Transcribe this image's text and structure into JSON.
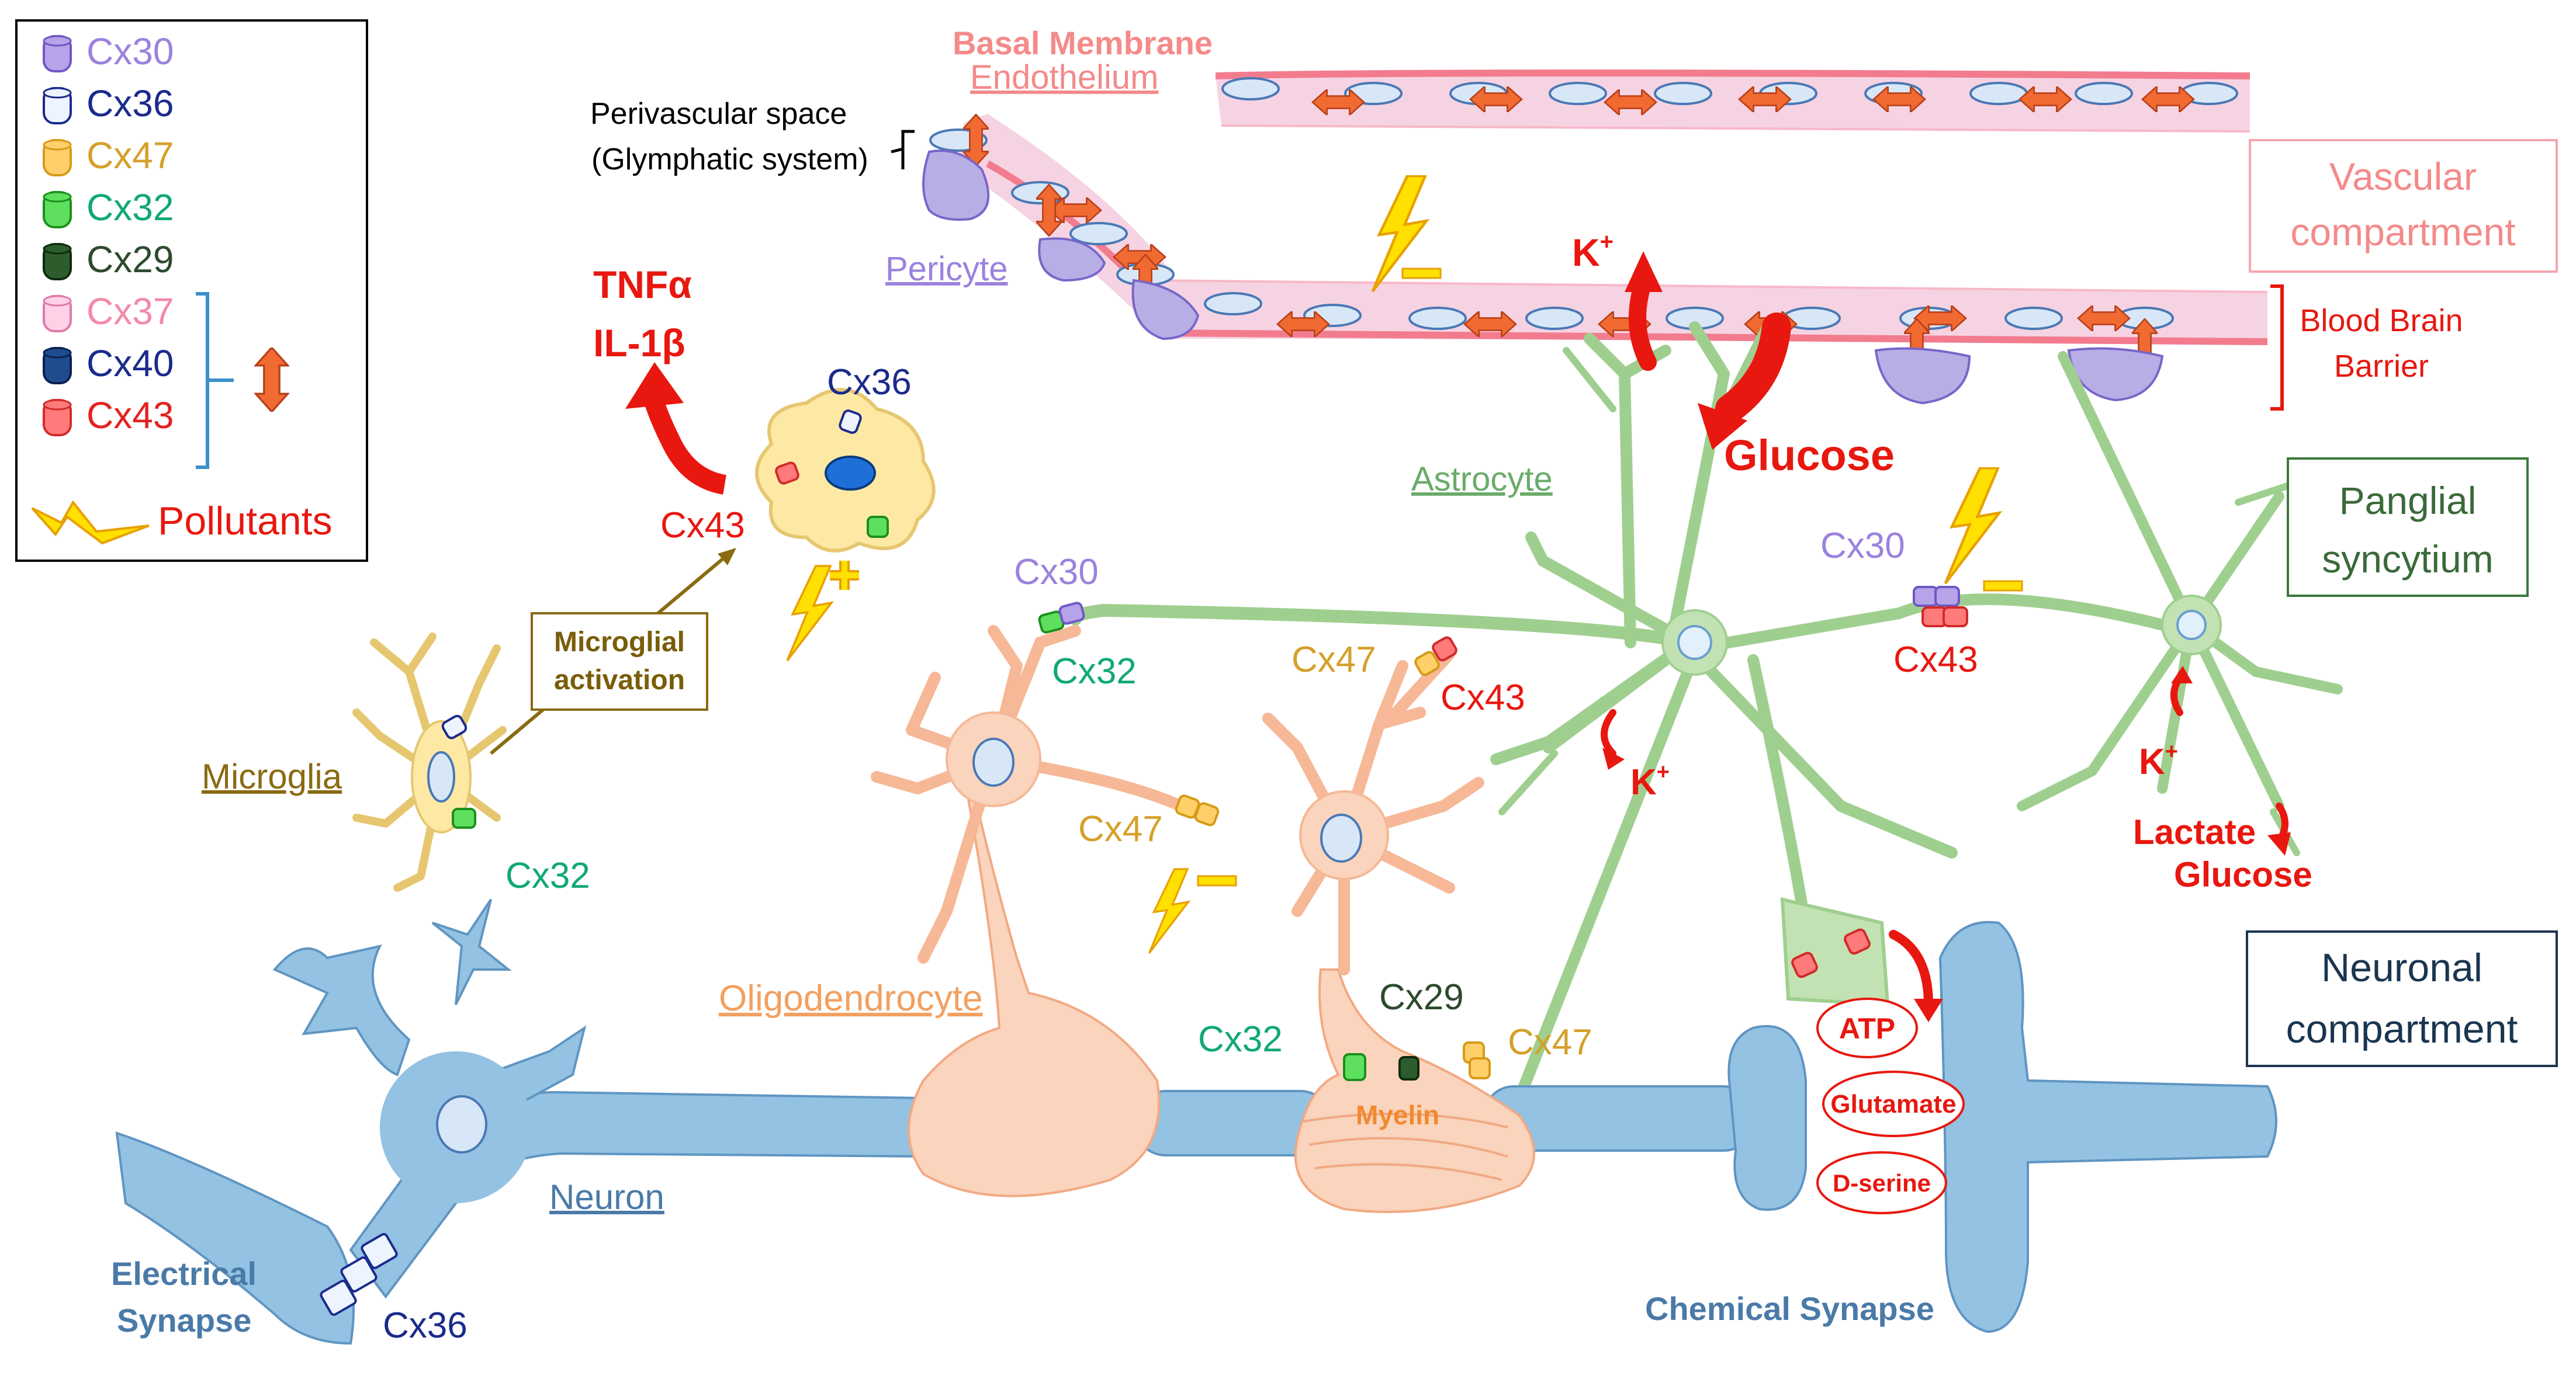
{
  "legend": {
    "items": [
      {
        "label": "Cx30",
        "fill": "#b6a3e8",
        "stroke": "#6f57c5",
        "text_color": "#9b82de"
      },
      {
        "label": "Cx36",
        "fill": "#eef4ff",
        "stroke": "#1b2a8c",
        "text_color": "#1b2a8c"
      },
      {
        "label": "Cx47",
        "fill": "#ffcf6a",
        "stroke": "#d79a16",
        "text_color": "#d5a02a"
      },
      {
        "label": "Cx32",
        "fill": "#5ee05e",
        "stroke": "#1d8f1d",
        "text_color": "#10a878"
      },
      {
        "label": "Cx29",
        "fill": "#2d5d2d",
        "stroke": "#0f2a0f",
        "text_color": "#2d4a2d"
      },
      {
        "label": "Cx37",
        "fill": "#ffd1e6",
        "stroke": "#e07aa8",
        "text_color": "#f48aa8"
      },
      {
        "label": "Cx40",
        "fill": "#1f4c8e",
        "stroke": "#0b2050",
        "text_color": "#1b2a8c"
      },
      {
        "label": "Cx43",
        "fill": "#ff7a7a",
        "stroke": "#d22a2a",
        "text_color": "#e52020"
      }
    ],
    "pollutants": "Pollutants"
  },
  "vascular": {
    "basal_membrane": "Basal Membrane",
    "endothelium": "Endothelium",
    "perivascular_1": "Perivascular space",
    "perivascular_2": "(Glymphatic system)",
    "pericyte": "Pericyte",
    "compartment_1": "Vascular",
    "compartment_2": "compartment",
    "bbb_1": "Blood Brain",
    "bbb_2": "Barrier"
  },
  "glia": {
    "tnf": "TNFα",
    "il1": "IL-1β",
    "cx36_micro_act": "Cx36",
    "cx43_micro_act": "Cx43",
    "microglial_1": "Microglial",
    "microglial_2": "activation",
    "microglia": "Microglia",
    "cx32_micro": "Cx32",
    "cx30_a": "Cx30",
    "cx32_a": "Cx32",
    "cx47_a": "Cx47",
    "cx43_a": "Cx43",
    "cx47_b": "Cx47",
    "astrocyte": "Astrocyte",
    "glucose_big": "Glucose",
    "k_top": "K",
    "k_mid": "K",
    "k_right": "K",
    "plus_sup": "+",
    "cx30_b": "Cx30",
    "cx43_b": "Cx43",
    "panglial_1": "Panglial",
    "panglial_2": "syncytium",
    "lactate": "Lactate",
    "glucose_small": "Glucose",
    "oligodendrocyte": "Oligodendrocyte"
  },
  "neuronal": {
    "cx32_m": "Cx32",
    "cx29_m": "Cx29",
    "cx47_m": "Cx47",
    "myelin": "Myelin",
    "atp": "ATP",
    "glutamate": "Glutamate",
    "dserine": "D-serine",
    "compartment_1": "Neuronal",
    "compartment_2": "compartment",
    "neuron": "Neuron",
    "electrical_1": "Electrical",
    "electrical_2": "Synapse",
    "cx36_syn": "Cx36",
    "chemical": "Chemical Synapse"
  },
  "colors": {
    "red": "#e8170f",
    "orange_arrow": "#f06a32",
    "neuron_blue": "#93c2e3",
    "astro_green": "#c3e2b3",
    "oligo_fill": "#fad4bc",
    "vessel_fill": "#f6d3e2",
    "micro_yellow": "#fde8a4"
  }
}
